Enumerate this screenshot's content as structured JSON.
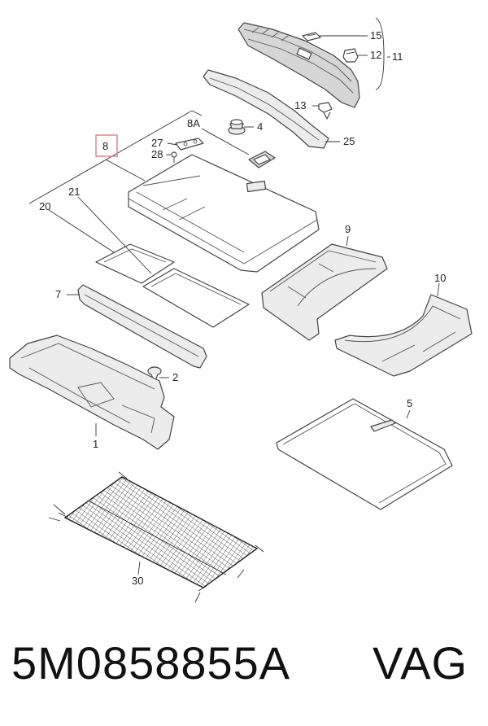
{
  "callouts": {
    "c1": "1",
    "c2": "2",
    "c4": "4",
    "c5": "5",
    "c7": "7",
    "c8": "8",
    "c8A": "8A",
    "c9": "9",
    "c10": "10",
    "c11": "11",
    "c12": "12",
    "c13": "13",
    "c15": "15",
    "c20": "20",
    "c21": "21",
    "c25": "25",
    "c27": "27",
    "c28": "28",
    "c30": "30"
  },
  "highlight_color": "#e07b84",
  "footer": {
    "part_number": "5M0858855A",
    "brand": "VAG"
  }
}
